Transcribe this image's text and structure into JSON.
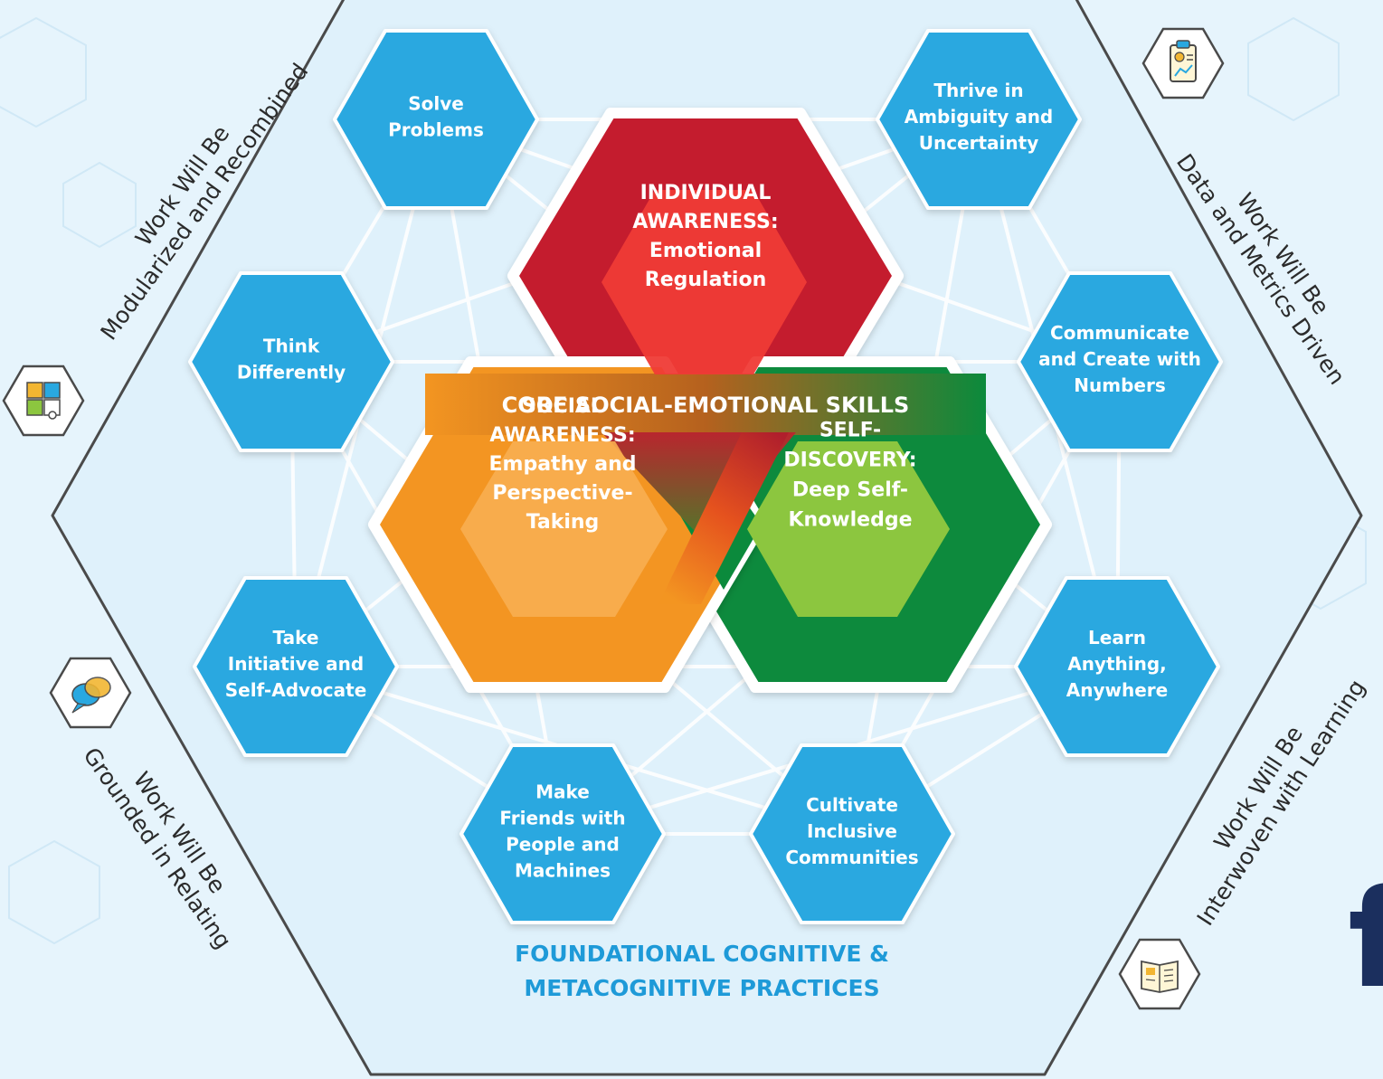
{
  "core_heading": "CORE SOCIAL-EMOTIONAL SKILLS",
  "foundation": [
    "FOUNDATIONAL COGNITIVE &",
    "METACOGNITIVE PRACTICES"
  ],
  "core": {
    "individual": [
      "INDIVIDUAL",
      "AWARENESS:",
      "Emotional",
      "Regulation"
    ],
    "social": [
      "SOCIAL",
      "AWARENESS:",
      "Empathy and",
      "Perspective-",
      "Taking"
    ],
    "self": [
      "SELF-",
      "DISCOVERY:",
      "Deep Self-",
      "Knowledge"
    ]
  },
  "practices": [
    {
      "id": "solve-problems",
      "lines": [
        "Solve",
        "Problems"
      ]
    },
    {
      "id": "thrive-ambiguity",
      "lines": [
        "Thrive in",
        "Ambiguity and",
        "Uncertainty"
      ]
    },
    {
      "id": "think-differently",
      "lines": [
        "Think",
        "Differently"
      ]
    },
    {
      "id": "communicate-numbers",
      "lines": [
        "Communicate",
        "and Create with",
        "Numbers"
      ]
    },
    {
      "id": "take-initiative",
      "lines": [
        "Take",
        "Initiative and",
        "Self-Advocate"
      ]
    },
    {
      "id": "learn-anything",
      "lines": [
        "Learn",
        "Anything,",
        "Anywhere"
      ]
    },
    {
      "id": "make-friends",
      "lines": [
        "Make",
        "Friends with",
        "People and",
        "Machines"
      ]
    },
    {
      "id": "cultivate-communities",
      "lines": [
        "Cultivate",
        "Inclusive",
        "Communities"
      ]
    }
  ],
  "trends": {
    "modularized": [
      "Work Will Be",
      "Modularized and Recombined"
    ],
    "data_driven": [
      "Work Will Be",
      "Data and Metrics Driven"
    ],
    "relating": [
      "Work Will Be",
      "Grounded in Relating"
    ],
    "learning": [
      "Work Will Be",
      "Interwoven with Learning"
    ]
  },
  "icons": {
    "modularized": "puzzle-icon",
    "data_driven": "clipboard-chart-icon",
    "relating": "speech-bubbles-icon",
    "learning": "open-book-icon"
  },
  "partial_letter": "f",
  "colors": {
    "practice_blue": "#29a8e0",
    "individual_red": "#c41d2e",
    "social_orange": "#f39521",
    "self_green": "#0b8a3c",
    "heading_blue": "#1e9ad8",
    "navy": "#1b2f5e"
  }
}
